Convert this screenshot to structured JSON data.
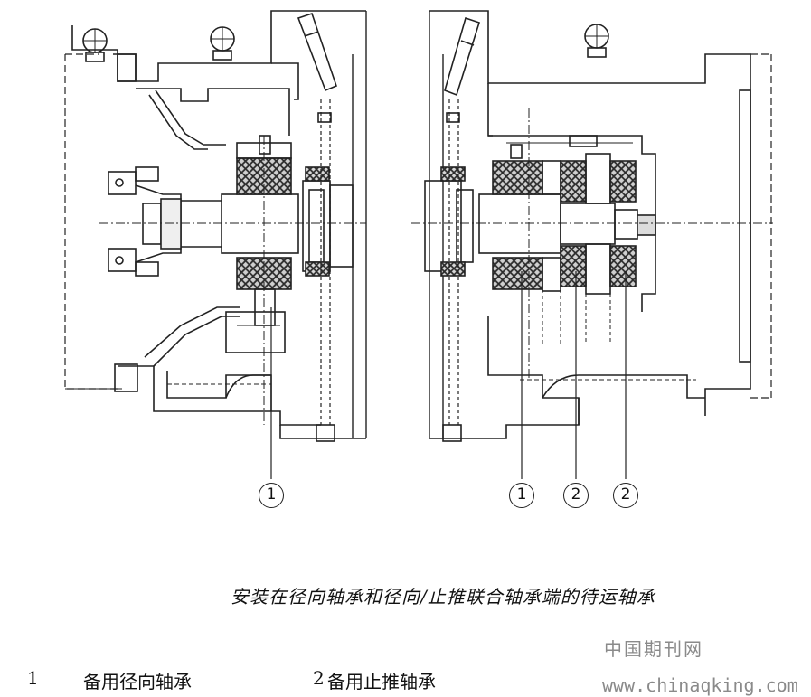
{
  "callouts": {
    "left_1": "1",
    "right_1": "1",
    "right_2a": "2",
    "right_2b": "2"
  },
  "caption": "安装在径向轴承和径向/止推联合轴承端的待运轴承",
  "legend": {
    "item1_num": "1",
    "item1_text": "备用径向轴承",
    "item2_num": "2",
    "item2_text": "备用止推轴承"
  },
  "watermark": {
    "cn": "中国期刊网",
    "url": "www.chinaqking.com"
  }
}
